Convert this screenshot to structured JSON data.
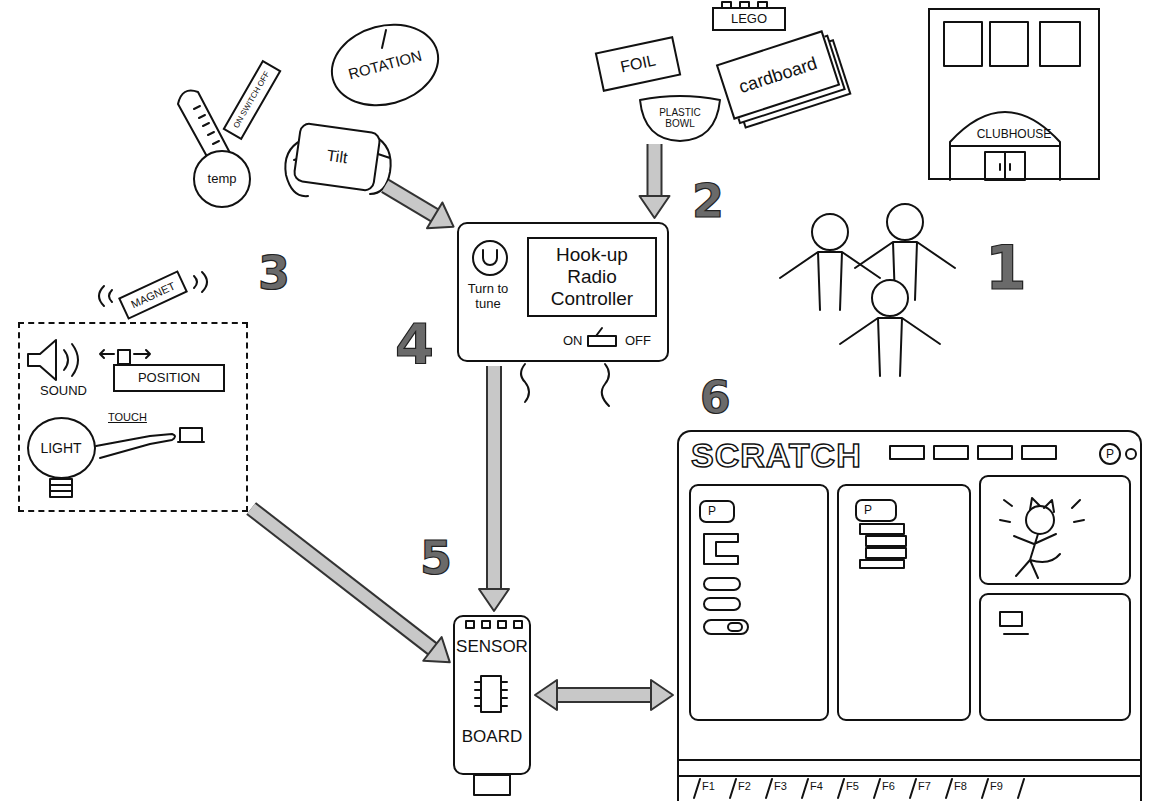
{
  "diagram": {
    "nodes": [
      {
        "text": [
          "ON SWITCH OFF"
        ]
      },
      {
        "text": [
          "ROTATION"
        ]
      },
      {
        "text": [
          "LEGO"
        ]
      },
      {
        "text": [
          "FOIL"
        ]
      },
      {
        "text": [
          "PLASTIC BOWL"
        ]
      },
      {
        "text": [
          "cardboard"
        ]
      },
      {
        "text": [
          "CLUBHOUSE"
        ]
      },
      {
        "text": [
          "temp"
        ]
      },
      {
        "text": [
          "Tilt"
        ]
      },
      {
        "text": [
          "MAGNET"
        ]
      },
      {
        "text": [
          "Turn to tune",
          "ON",
          "OFF"
        ]
      },
      {
        "text": [
          "Hook-up Radio Controller"
        ],
        "in": 10
      },
      {
        "text": []
      },
      {
        "text": [
          "POSITION"
        ],
        "in": 12
      },
      {
        "text": [
          "LIGHT"
        ],
        "in": 12
      },
      {
        "text": [
          "SENSOR",
          "BOARD"
        ]
      },
      {
        "text": [
          "SCRATCH"
        ]
      }
    ],
    "edges": [
      {
        "from": 8,
        "to": 10,
        "arrow": "to"
      },
      {
        "from": 4,
        "to": 10,
        "arrow": "to"
      },
      {
        "from": 10,
        "to": 15,
        "arrow": "to"
      },
      {
        "from": 12,
        "to": 15,
        "arrow": "to"
      },
      {
        "from": 15,
        "to": 16,
        "arrow": "both"
      }
    ],
    "labels": [
      "1",
      "2",
      "3",
      "4",
      "5",
      "6",
      "SOUND",
      "TOUCH",
      "P",
      "P",
      "P",
      "F1",
      "F2",
      "F3",
      "F4",
      "F5",
      "F6",
      "F7",
      "F8",
      "F9"
    ]
  }
}
